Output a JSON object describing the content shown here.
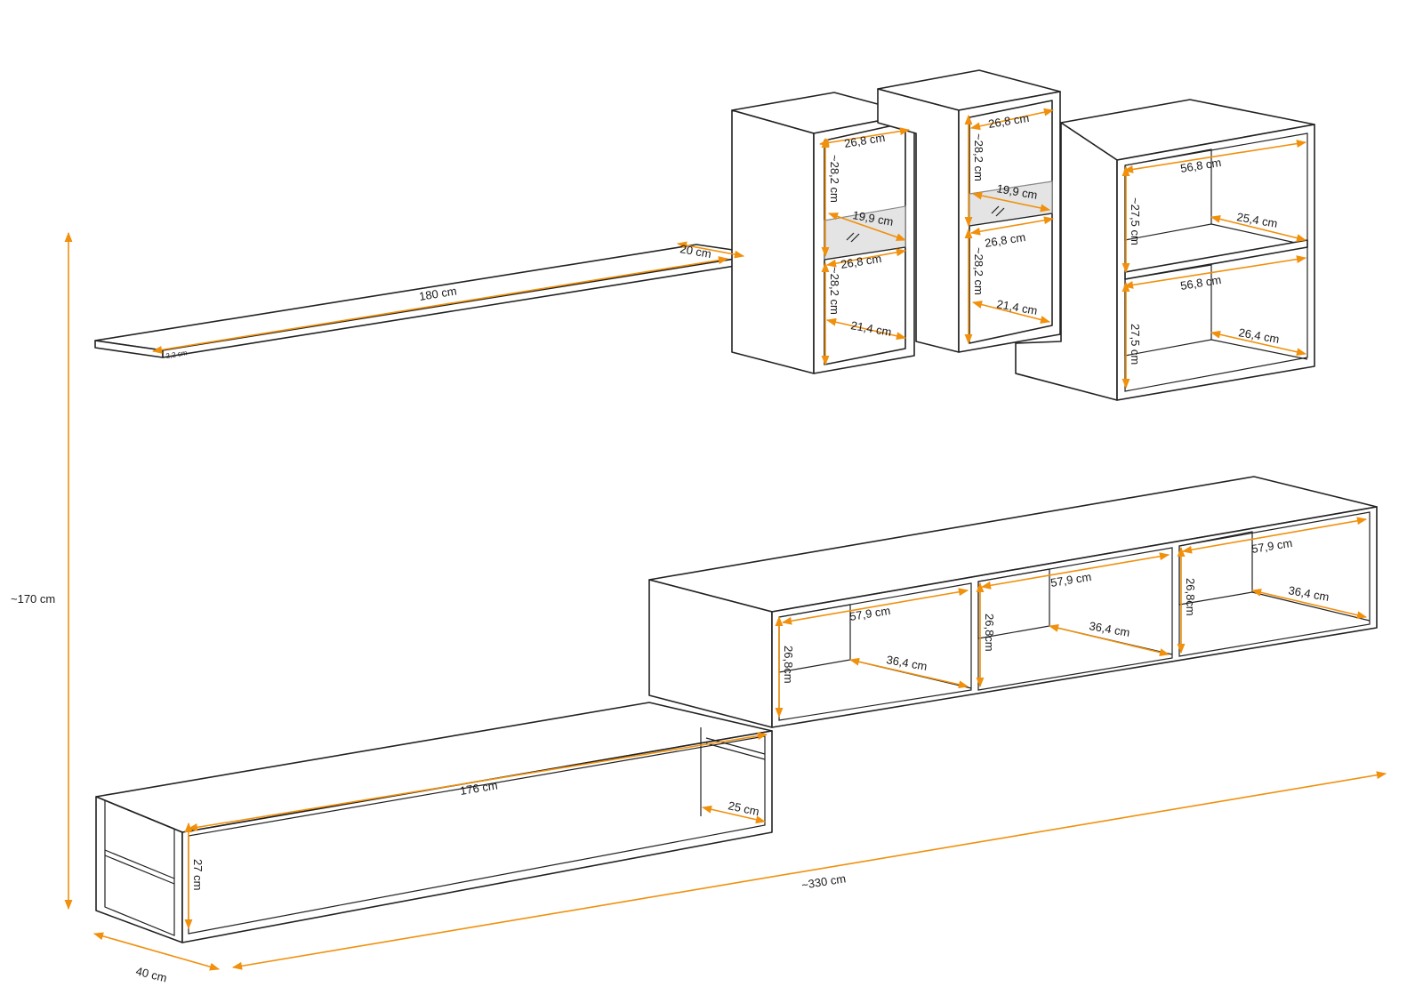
{
  "colors": {
    "dimension_line": "#f0900c",
    "outline": "#222222",
    "glass": "#e4e4e4",
    "background": "#ffffff"
  },
  "overall": {
    "height": "~170 cm",
    "width": "~330 cm",
    "depth": "40 cm"
  },
  "shelf": {
    "length": "180 cm",
    "depth": "20 cm",
    "thickness": "2,2 cm"
  },
  "glass_cabinet_left": {
    "width_top": "26,8 cm",
    "height_upper": "~28,2 cm",
    "glass_shelf": "19,9 cm",
    "width_middle": "26,8 cm",
    "height_lower": "~28,2 cm",
    "depth_bottom": "21,4 cm"
  },
  "glass_cabinet_right": {
    "width_top": "26,8 cm",
    "height_upper": "~28,2 cm",
    "glass_shelf": "19,9 cm",
    "width_middle": "26,8 cm",
    "height_lower": "~28,2 cm",
    "depth_bottom": "21,4 cm"
  },
  "wide_cabinet": {
    "width_upper": "56,8 cm",
    "height_upper": "~27,5 cm",
    "depth_upper": "25,4 cm",
    "width_lower": "56,8 cm",
    "height_lower": "27,5 cm",
    "depth_lower": "26,4 cm"
  },
  "tv_cabinet": {
    "compartments": [
      {
        "width": "57,9 cm",
        "height": "26,8cm",
        "depth": "36,4 cm"
      },
      {
        "width": "57,9 cm",
        "height": "26,8cm",
        "depth": "36,4 cm"
      },
      {
        "width": "57,9 cm",
        "height": "26,8cm",
        "depth": "36,4 cm"
      }
    ]
  },
  "bench": {
    "length": "176 cm",
    "height": "27 cm",
    "depth": "25 cm"
  }
}
